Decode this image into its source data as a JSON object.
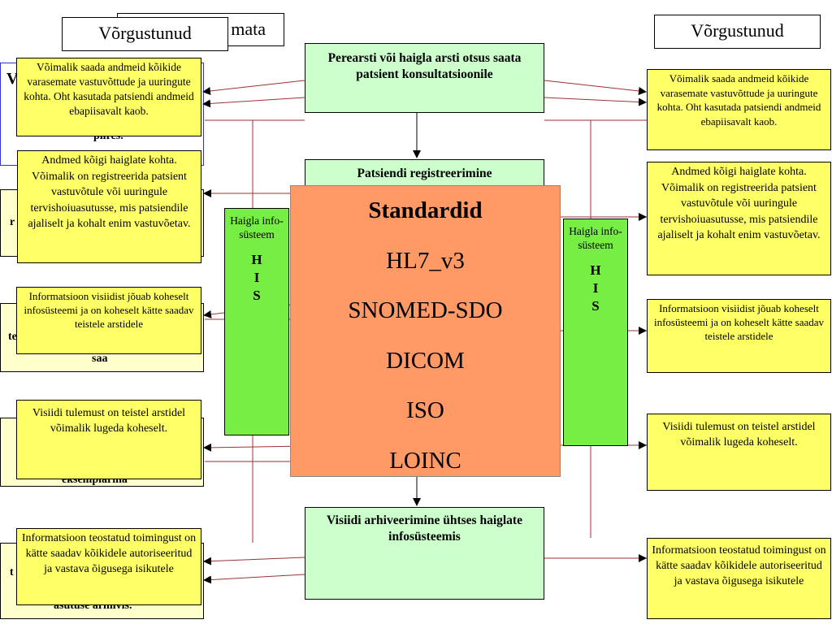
{
  "labels": {
    "left_network": "Võrgustunud",
    "left_behind_partial": "mata",
    "right_network": "Võrgustunud"
  },
  "process": {
    "referral": "Perearsti või haigla arsti otsus saata patsient konsultatsioonile",
    "registration": "Patsiendi registreerimine",
    "archive": "Visiidi arhiveerimine ühtses haiglate infosüsteemis"
  },
  "standards": {
    "title": "Standardid",
    "items": [
      "HL7_v3",
      "SNOMED-SDO",
      "DICOM",
      "ISO",
      "LOINC"
    ]
  },
  "his": {
    "left": {
      "text": "Haigla info-süsteem",
      "letters": "H\nI\nS"
    },
    "right": {
      "text": "Haigla info-süsteem",
      "letters": "H\nI\nS"
    }
  },
  "left_notes": [
    "Võimalik saada andmeid kõikide varasemate vastuvõttude ja uuringute kohta. Oht kasutada patsiendi andmeid ebapiisavalt kaob.",
    "Andmed kõigi haiglate kohta. Võimalik on registreerida patsient vastuvõtule või uuringule tervishoiuasutusse, mis patsiendile ajaliselt ja kohalt enim vastuvõetav.",
    "Informatsioon visiidist jõuab koheselt infosüsteemi ja on koheselt kätte saadav teistele arstidele",
    "Visiidi tulemust on teistel arstidel võimalik lugeda koheselt.",
    "Informatsioon teostatud toimingust on kätte saadav kõikidele autoriseeritud ja vastava õigusega isikutele"
  ],
  "right_notes": [
    "Võimalik saada andmeid kõikide varasemate vastuvõttude ja uuringute kohta. Oht kasutada patsiendi andmeid ebapiisavalt kaob.",
    "Andmed kõigi haiglate kohta. Võimalik on registreerida patsient vastuvõtule või uuringule tervishoiuasutusse, mis patsiendile ajaliselt ja kohalt enim vastuvõetav.",
    "Informatsioon visiidist jõuab koheselt infosüsteemi ja on koheselt kätte saadav teistele arstidele",
    "Visiidi tulemust on teistel arstidel võimalik lugeda koheselt.",
    "Informatsioon teostatud toimingust on kätte saadav kõikidele autoriseeritud ja vastava õigusega isikutele"
  ],
  "hidden_fragments": {
    "f1": "V",
    "f2": "pilres.",
    "f3": "r",
    "f4": "te",
    "f5": "saa",
    "f6": "eksemplarina",
    "f7": "t",
    "f8": "asutuse arhiivis."
  },
  "colors": {
    "note_yellow": "#ffff66",
    "process_green": "#ccffcc",
    "his_green": "#77ee44",
    "standards_orange": "#ff9966",
    "connector_red": "#993333"
  }
}
